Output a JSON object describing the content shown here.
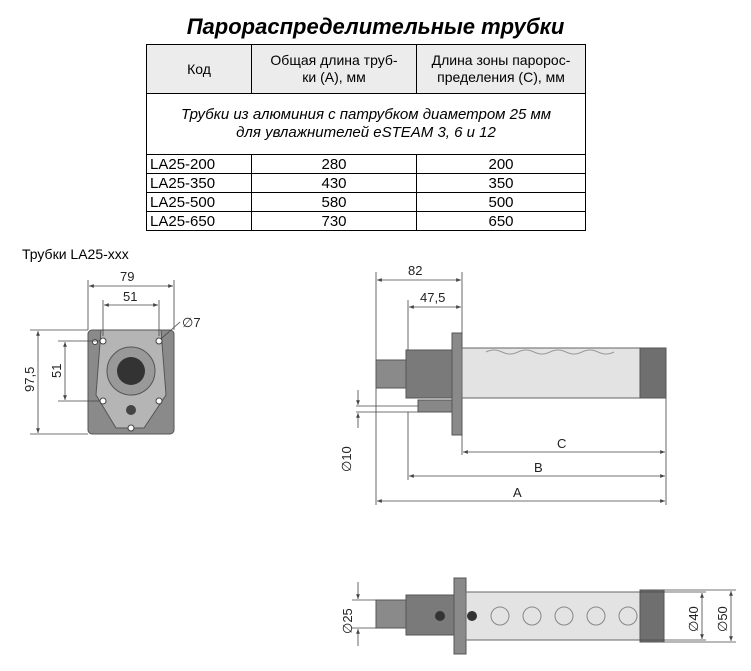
{
  "title": "Парораспределительные трубки",
  "table": {
    "headers": [
      "Код",
      "Общая длина труб-\nки (A), мм",
      "Длина зоны паророс-\nпределения (С), мм"
    ],
    "note": "Трубки из алюминия с патрубком диаметром 25 мм\nдля увлажнителей eSTEAM 3, 6 и 12",
    "rows": [
      {
        "code": "LA25-200",
        "total": "280",
        "zone": "200"
      },
      {
        "code": "LA25-350",
        "total": "430",
        "zone": "350"
      },
      {
        "code": "LA25-500",
        "total": "580",
        "zone": "500"
      },
      {
        "code": "LA25-650",
        "total": "730",
        "zone": "650"
      }
    ]
  },
  "subtitle": "Трубки LA25-ххх",
  "dims": {
    "flange_width": "79",
    "hole_spacing_h": "51",
    "hole_diameter": "7",
    "flange_height": "97,5",
    "hole_spacing_v": "51",
    "len_82": "82",
    "len_47_5": "47,5",
    "dia_10": "10",
    "label_c": "C",
    "label_b": "B",
    "label_a": "A",
    "dia_25": "25",
    "dia_40": "40",
    "dia_50": "50"
  },
  "colors": {
    "metal": "#8a8a8a",
    "metal_dark": "#5f5f5f",
    "tube": "#e3e3e3",
    "dim_line": "#444444"
  }
}
